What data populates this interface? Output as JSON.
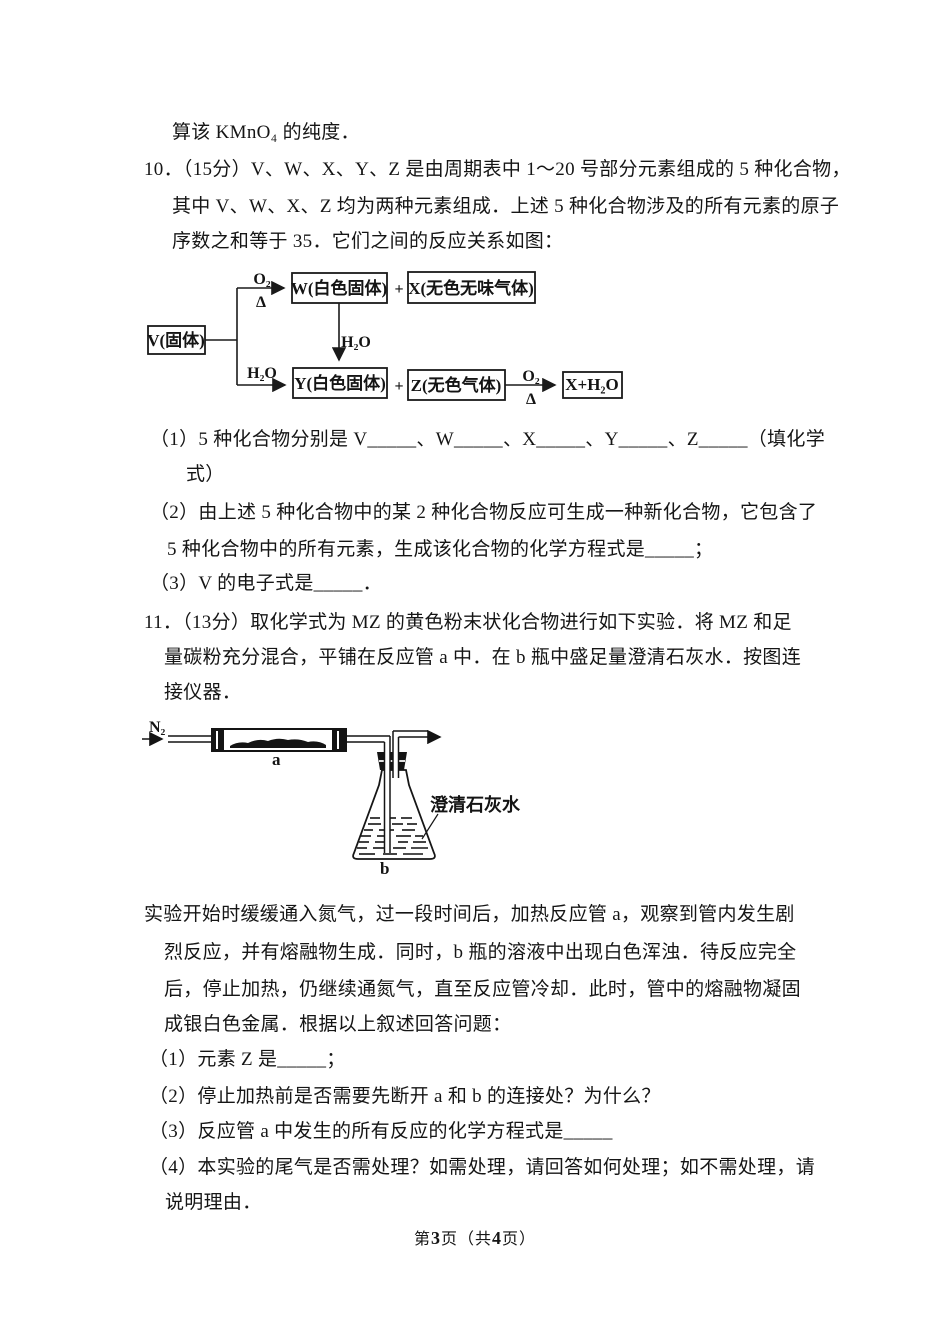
{
  "document": {
    "lines": [
      "算该 KMnO₄ 的纯度．",
      "10．（15分）V、W、X、Y、Z 是由周期表中 1～20 号部分元素组成的 5 种化合物，",
      "其中 V、W、X、Z 均为两种元素组成．上述 5 种化合物涉及的所有元素的原子",
      "序数之和等于 35．它们之间的反应关系如图：",
      "（1）5 种化合物分别是 V_____、W_____、X_____、Y_____、Z_____（填化学",
      "式）",
      "（2）由上述 5 种化合物中的某 2 种化合物反应可生成一种新化合物，它包含了",
      "5 种化合物中的所有元素，生成该化合物的化学方程式是_____；",
      "（3）V 的电子式是_____．",
      "11．（13分）取化学式为 MZ 的黄色粉末状化合物进行如下实验．将 MZ 和足",
      "量碳粉充分混合，平铺在反应管 a 中．在 b 瓶中盛足量澄清石灰水．按图连",
      "接仪器．",
      "实验开始时缓缓通入氮气，过一段时间后，加热反应管 a，观察到管内发生剧",
      "烈反应，并有熔融物生成．同时，b 瓶的溶液中出现白色浑浊．待反应完全",
      "后，停止加热，仍继续通氮气，直至反应管冷却．此时，管中的熔融物凝固",
      "成银白色金属．根据以上叙述回答问题：",
      "（1）元素 Z 是_____；",
      "（2）停止加热前是否需要先断开 a 和 b 的连接处？为什么？",
      "（3）反应管 a 中发生的所有反应的化学方程式是_____",
      "（4）本实验的尾气是否需处理？如需处理，请回答如何处理；如不需处理，请",
      "说明理由．"
    ],
    "footer": {
      "pre": "第",
      "page": "3",
      "mid": "页（共",
      "total": "4",
      "post": "页）"
    }
  },
  "flowchart": {
    "boxes": {
      "v": "V(固体)",
      "w": "W(白色固体)",
      "x": "X(无色无味气体)",
      "y": "Y(白色固体)",
      "z": "Z(无色气体)",
      "result": "X+H₂O"
    },
    "labels": {
      "o2": "O₂",
      "delta": "Δ",
      "h2o": "H₂O",
      "plus": "+"
    }
  },
  "apparatus": {
    "labels": {
      "n2": "N₂",
      "tube": "a",
      "flask": "b",
      "limewater": "澄清石灰水"
    }
  }
}
